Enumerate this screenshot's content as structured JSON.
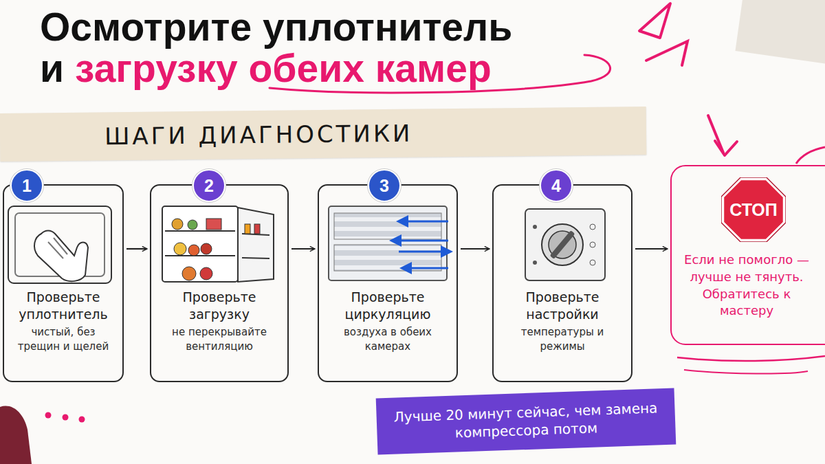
{
  "diagram": {
    "title": "Осмотрите уплотнитель",
    "nodes": [
      {
        "text": [
          "ШАГИ ДИАГНОСТИКИ"
        ]
      },
      {
        "text": [
          "1",
          "Проверьте уплотнитель",
          "чистый, без трещин и щелей"
        ]
      },
      {
        "text": [
          "2",
          "Проверьте загрузку",
          "не перекрывайте вентиляцию"
        ]
      },
      {
        "text": [
          "3",
          "Проверьте циркуляцию",
          "воздуха в обеих камерах"
        ]
      },
      {
        "text": [
          "4",
          "Проверьте настройки",
          "температуры и режимы"
        ]
      },
      {
        "text": [
          "Если не помогло — лучше не тянуть. Обратитесь к мастеру"
        ]
      },
      {
        "text": [
          "СТОП"
        ],
        "in": 5
      },
      {
        "text": [
          "Лучше 20 минут сейчас, чем замена компрессора потом"
        ]
      }
    ],
    "edges": [
      {
        "from": 1,
        "to": 2,
        "arrow": "to"
      },
      {
        "from": 2,
        "to": 3,
        "arrow": "to"
      },
      {
        "from": 3,
        "to": 4,
        "arrow": "to"
      },
      {
        "from": 4,
        "to": 5,
        "arrow": "to"
      }
    ],
    "labels": [
      "и",
      "загрузку обеих камер"
    ]
  }
}
